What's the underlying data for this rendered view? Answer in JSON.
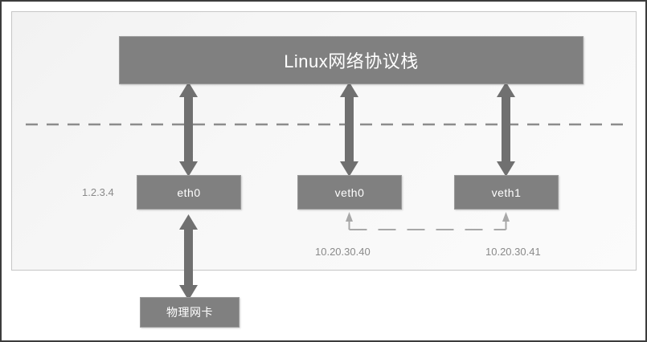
{
  "diagram": {
    "title_box": {
      "label": "Linux网络协议栈"
    },
    "interfaces": [
      {
        "name": "eth0",
        "label": "eth0",
        "ip": "1.2.3.4"
      },
      {
        "name": "veth0",
        "label": "veth0",
        "ip": "10.20.30.40"
      },
      {
        "name": "veth1",
        "label": "veth1",
        "ip": "10.20.30.41"
      }
    ],
    "hardware": {
      "label": "物理网卡"
    },
    "colors": {
      "box_fill": "#808080",
      "box_text": "#ffffff",
      "arrow": "#707070",
      "thin_arrow": "#a8a8a8",
      "divider": "#8c8c8c",
      "panel_border": "#c6c6c6",
      "outer_border": "#3c3c3c",
      "label_text": "#8a8a8a"
    },
    "divider": {
      "style": "dashed",
      "orientation": "horizontal"
    },
    "veth_link": {
      "style": "dashed",
      "from": "veth0",
      "to": "veth1"
    }
  }
}
